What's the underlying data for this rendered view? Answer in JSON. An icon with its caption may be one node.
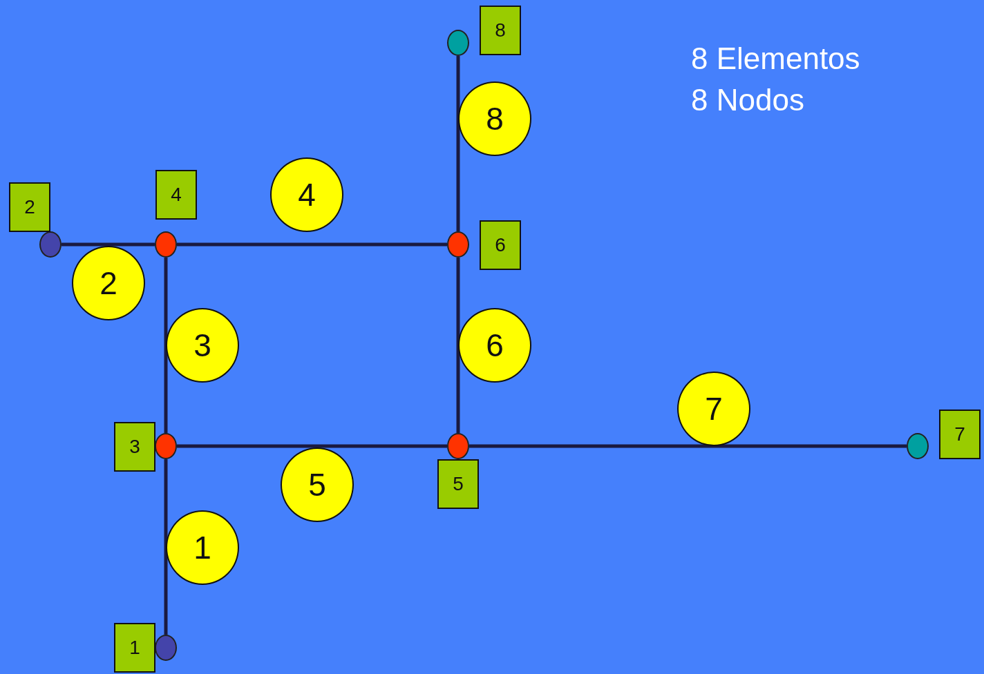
{
  "diagram": {
    "nodes": [
      {
        "text": [],
        "shape": "circle",
        "beside": [
          "1"
        ]
      },
      {
        "text": [],
        "shape": "circle",
        "beside": [
          "2"
        ]
      },
      {
        "text": [],
        "shape": "circle",
        "beside": [
          "3"
        ]
      },
      {
        "text": [],
        "shape": "circle",
        "beside": [
          "4"
        ]
      },
      {
        "text": [],
        "shape": "circle",
        "beside": [
          "5"
        ]
      },
      {
        "text": [],
        "shape": "circle",
        "beside": [
          "6"
        ]
      },
      {
        "text": [],
        "shape": "circle",
        "beside": [
          "7"
        ]
      },
      {
        "text": [],
        "shape": "circle",
        "beside": [
          "8"
        ]
      }
    ],
    "edges": [
      {
        "from": 0,
        "to": 2,
        "arrow": "none",
        "label": "1"
      },
      {
        "from": 1,
        "to": 3,
        "arrow": "none",
        "label": "2"
      },
      {
        "from": 3,
        "to": 2,
        "arrow": "none",
        "label": "3"
      },
      {
        "from": 3,
        "to": 5,
        "arrow": "none",
        "label": "4"
      },
      {
        "from": 2,
        "to": 4,
        "arrow": "none",
        "label": "5"
      },
      {
        "from": 5,
        "to": 4,
        "arrow": "none",
        "label": "6"
      },
      {
        "from": 4,
        "to": 6,
        "arrow": "none",
        "label": "7"
      },
      {
        "from": 7,
        "to": 5,
        "arrow": "none",
        "label": "8"
      }
    ],
    "labels": [
      "8 Elementos",
      "8 Nodos"
    ]
  }
}
